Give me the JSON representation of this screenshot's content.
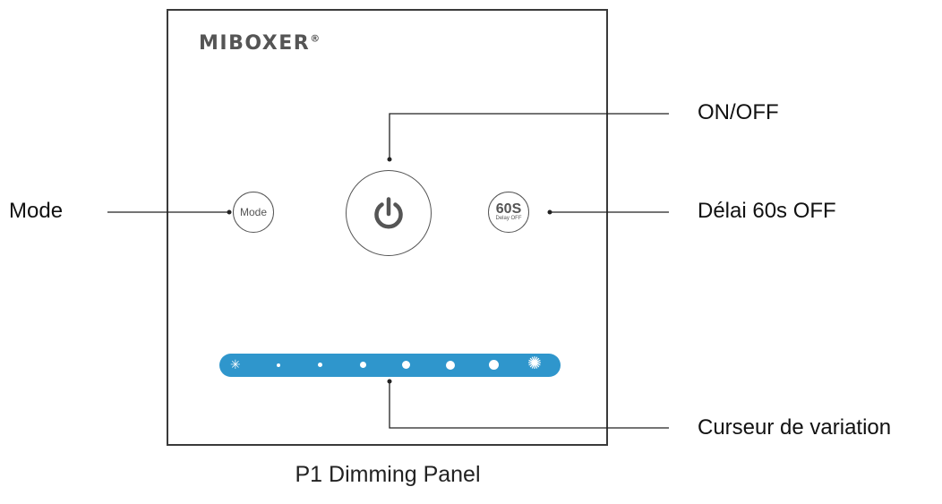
{
  "brand": {
    "name": "MIBOXER",
    "mark": "®"
  },
  "buttons": {
    "mode_label": "Mode",
    "delay_main": "60S",
    "delay_sub": "Delay OFF"
  },
  "slider": {
    "min_icon": "sun-small-icon",
    "max_icon": "sun-large-icon",
    "indicator_count": 6
  },
  "callouts": {
    "mode": "Mode",
    "power": "ON/OFF",
    "delay": "Délai 60s OFF",
    "slider": "Curseur de variation"
  },
  "footer": {
    "caption": "P1 Dimming Panel"
  },
  "colors": {
    "slider": "#2f96cc",
    "outline": "#3a3a3a"
  }
}
